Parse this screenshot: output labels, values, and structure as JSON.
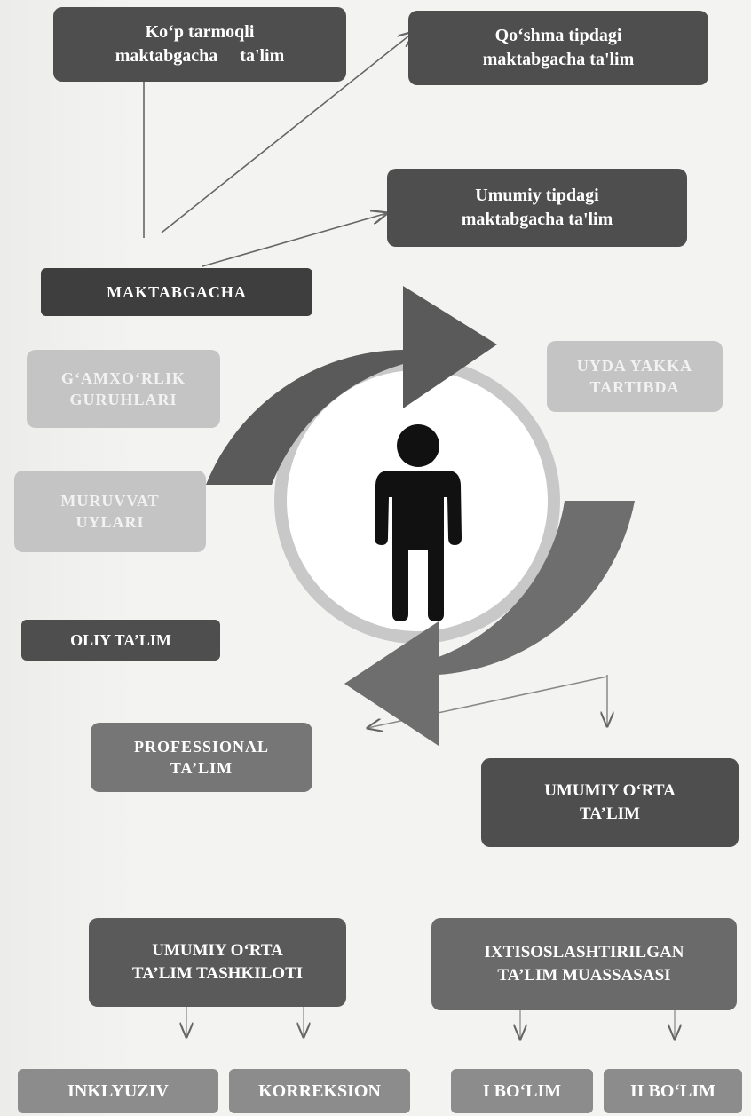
{
  "nodes": {
    "kop_tarmoqli": {
      "line1": "Ko‘p tarmoqli",
      "line2": "maktabgacha     ta'lim"
    },
    "qoshma": {
      "line1": "Qo‘shma tipdagi",
      "line2": "maktabgacha ta'lim"
    },
    "umumiy_tipdagi": {
      "line1": "Umumiy tipdagi",
      "line2": "maktabgacha ta'lim"
    },
    "maktabgacha": {
      "label": "MAKTABGACHA"
    },
    "gamxorlik": {
      "line1": "G‘AMXO‘RLIK",
      "line2": "GURUHLARI"
    },
    "uyda": {
      "line1": "UYDA YAKKA",
      "line2": "TARTIBDA"
    },
    "muruvvat": {
      "line1": "MURUVVAT",
      "line2": "UYLARI"
    },
    "oliy": {
      "label": "OLIY TA’LIM"
    },
    "professional": {
      "line1": "PROFESSIONAL",
      "line2": "TA’LIM"
    },
    "umumiy_orta": {
      "line1": "UMUMIY O‘RTA",
      "line2": "TA’LIM"
    },
    "umumiy_orta_tashkiloti": {
      "line1": "UMUMIY O‘RTA",
      "line2": "TA’LIM TASHKILOTI"
    },
    "ixtisoslashtirilgan": {
      "line1": "IXTISOSLASHTIRILGAN",
      "line2": "TA’LIM MUASSASASI"
    },
    "inklyuziv": {
      "label": "INKLYUZIV"
    },
    "korreksion": {
      "label": "KORREKSION"
    },
    "i_bolim": {
      "label": "I BO‘LIM"
    },
    "ii_bolim": {
      "label": "II BO‘LIM"
    }
  },
  "colors": {
    "dark": "#4e4e4e",
    "light": "#c4c4c4",
    "arrow_upper": "#5a5a5a",
    "arrow_lower": "#6e6e6e",
    "ring": "#c8c8c8",
    "person": "#111111"
  },
  "icons": {
    "center": "person-icon"
  }
}
